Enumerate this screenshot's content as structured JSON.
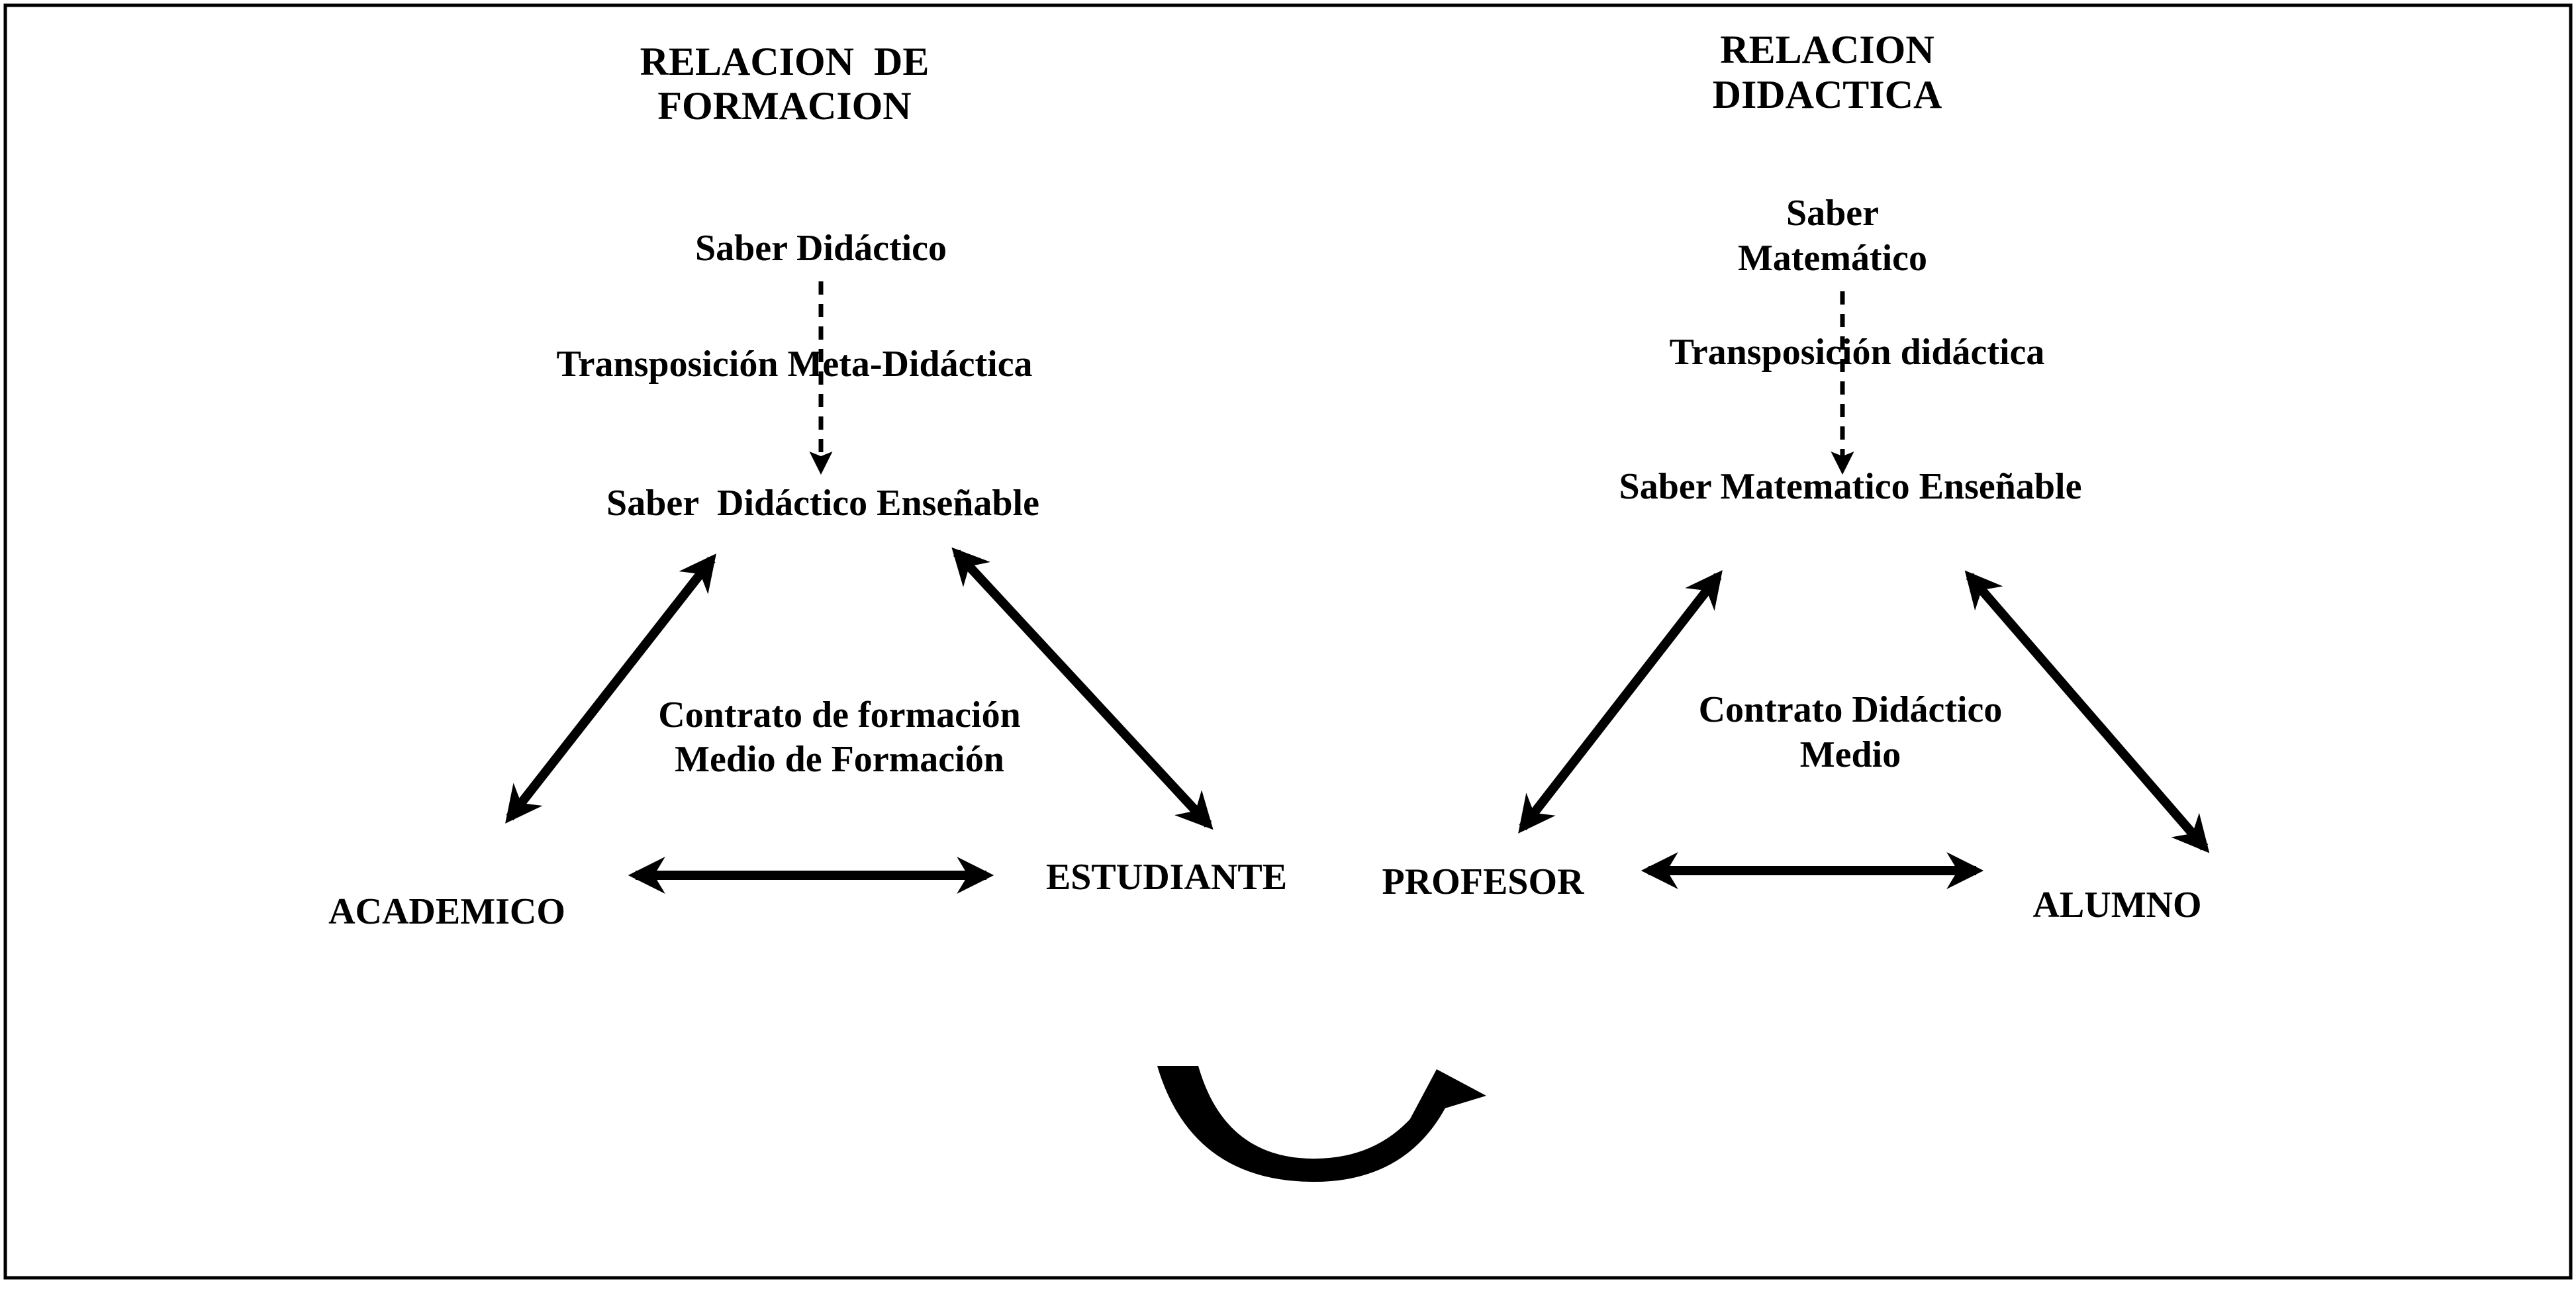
{
  "colors": {
    "ink": "#000000",
    "background": "#ffffff"
  },
  "left": {
    "title_line1": "RELACION  DE",
    "title_line2": "FORMACION",
    "top_node": "Saber Didáctico",
    "transposition": "Transposición Meta-Didáctica",
    "teachable_node": "Saber  Didáctico Enseñable",
    "contract_line1": "Contrato de formación",
    "contract_line2": "Medio de Formación",
    "bottom_left_node": "ACADEMICO",
    "bottom_right_node": "ESTUDIANTE"
  },
  "right": {
    "title_line1": "RELACION",
    "title_line2": "DIDACTICA",
    "top_node_line1": "Saber",
    "top_node_line2": "Matemático",
    "transposition": "Transposición didáctica",
    "teachable_node": "Saber Matematico Enseñable",
    "contract_line1": "Contrato Didáctico",
    "contract_line2": "Medio",
    "bottom_left_node": "PROFESOR",
    "bottom_right_node": "ALUMNO"
  }
}
